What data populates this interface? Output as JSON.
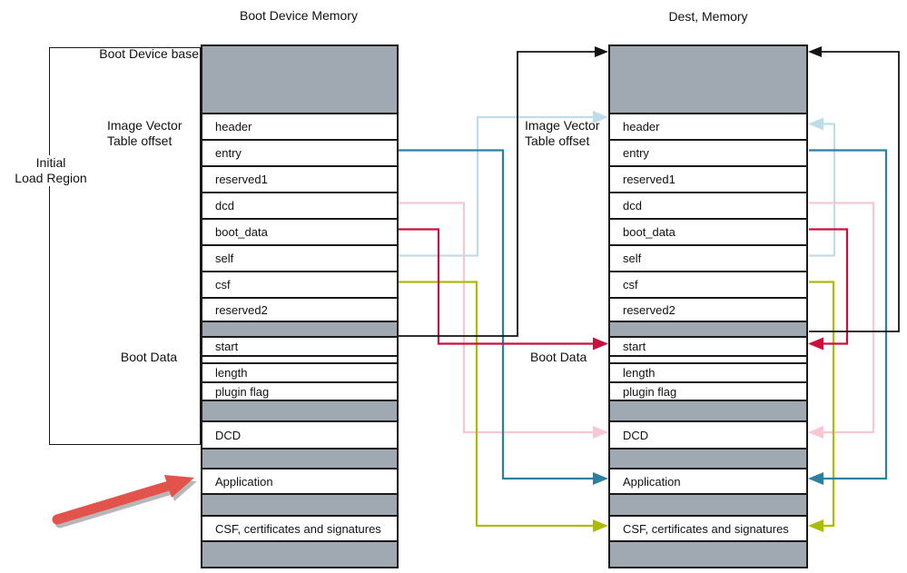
{
  "titles": {
    "boot_device_memory": "Boot Device Memory",
    "dest_memory": "Dest, Memory"
  },
  "annotations": {
    "boot_device_base": "Boot Device base",
    "ivt_offset_left": [
      "Image Vector",
      "Table offset"
    ],
    "initial_load_region": [
      "Initial",
      "Load Region"
    ],
    "boot_data_left": "Boot Data",
    "ivt_offset_mid": [
      "Image Vector",
      "Table offset"
    ],
    "boot_data_mid": "Boot Data"
  },
  "memory_rows": [
    {
      "id": "base",
      "label": "",
      "kind": "gray"
    },
    {
      "id": "header",
      "label": "header",
      "kind": "field"
    },
    {
      "id": "entry",
      "label": "entry",
      "kind": "field"
    },
    {
      "id": "reserved1",
      "label": "reserved1",
      "kind": "field"
    },
    {
      "id": "dcd",
      "label": "dcd",
      "kind": "field"
    },
    {
      "id": "boot_data",
      "label": "boot_data",
      "kind": "field"
    },
    {
      "id": "self",
      "label": "self",
      "kind": "field"
    },
    {
      "id": "csf",
      "label": "csf",
      "kind": "field"
    },
    {
      "id": "reserved2",
      "label": "reserved2",
      "kind": "field"
    },
    {
      "id": "spacer1",
      "label": "",
      "kind": "gray"
    },
    {
      "id": "start",
      "label": "start",
      "kind": "field"
    },
    {
      "id": "sliver",
      "label": "",
      "kind": "field"
    },
    {
      "id": "length",
      "label": "length",
      "kind": "field"
    },
    {
      "id": "plugin_flag",
      "label": "plugin flag",
      "kind": "field"
    },
    {
      "id": "spacer2",
      "label": "",
      "kind": "gray"
    },
    {
      "id": "dcd_region",
      "label": "DCD",
      "kind": "field"
    },
    {
      "id": "spacer3",
      "label": "",
      "kind": "gray"
    },
    {
      "id": "application",
      "label": "Application",
      "kind": "field"
    },
    {
      "id": "spacer4",
      "label": "",
      "kind": "gray"
    },
    {
      "id": "csf_region",
      "label": "CSF, certificates and signatures",
      "kind": "field"
    },
    {
      "id": "bottom",
      "label": "",
      "kind": "gray"
    }
  ],
  "colors": {
    "black": "#141414",
    "light_blue": "#BFDDE9",
    "teal": "#2B80A2",
    "pink": "#F7C7D2",
    "crimson": "#CC0F3E",
    "olive": "#ACBC04",
    "gray_fill": "#A0A8B1",
    "border": "#1A1A1A",
    "red_pointer": "#E2534B"
  },
  "arrows": [
    {
      "id": "self-to-header-left",
      "color": "light_blue",
      "side": "left",
      "from": "self",
      "to": "header"
    },
    {
      "id": "pink-dcd-to-dcd-left",
      "color": "pink",
      "side": "left",
      "from": "dcd",
      "to": "dcd_region"
    },
    {
      "id": "self-to-header-right",
      "color": "light_blue",
      "side": "right",
      "from": "self",
      "to": "header"
    },
    {
      "id": "pink-dcd-to-dcd-right",
      "color": "pink",
      "side": "right",
      "from": "dcd",
      "to": "dcd_region"
    },
    {
      "id": "csf-to-csf-left",
      "color": "olive",
      "side": "left",
      "from": "csf",
      "to": "csf_region"
    },
    {
      "id": "csf-to-csf-right",
      "color": "olive",
      "side": "right",
      "from": "csf",
      "to": "csf_region"
    },
    {
      "id": "entry-to-application-left",
      "color": "teal",
      "side": "left",
      "from": "entry",
      "to": "application"
    },
    {
      "id": "entry-to-application-right",
      "color": "teal",
      "side": "right",
      "from": "entry",
      "to": "application"
    },
    {
      "id": "bootdata-to-start-left",
      "color": "crimson",
      "side": "left",
      "from": "boot_data",
      "to": "start"
    },
    {
      "id": "bootdata-to-start-right",
      "color": "crimson",
      "side": "right",
      "from": "boot_data",
      "to": "start"
    },
    {
      "id": "start-to-base-left",
      "color": "black",
      "side": "left",
      "from": "start",
      "to": "base"
    },
    {
      "id": "start-to-base-right",
      "color": "black",
      "side": "right",
      "from": "start",
      "to": "base"
    }
  ]
}
